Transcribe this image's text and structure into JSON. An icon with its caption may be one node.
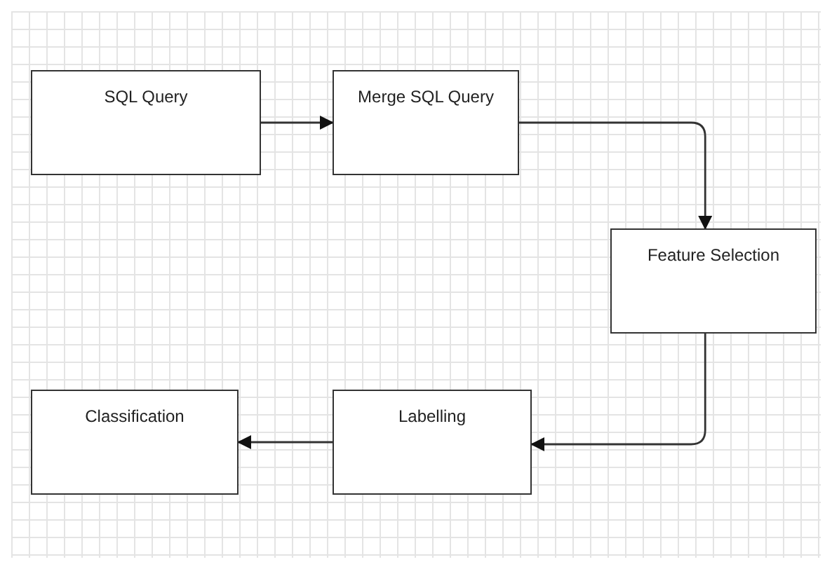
{
  "diagram": {
    "nodes": [
      {
        "text": [
          "SQL Query"
        ]
      },
      {
        "text": [
          "Merge SQL Query"
        ]
      },
      {
        "text": [
          "Feature Selection"
        ]
      },
      {
        "text": [
          "Labelling"
        ]
      },
      {
        "text": [
          "Classification"
        ]
      }
    ],
    "edges": [
      {
        "from": 0,
        "to": 1,
        "arrow": "to"
      },
      {
        "from": 1,
        "to": 2,
        "arrow": "to"
      },
      {
        "from": 2,
        "to": 3,
        "arrow": "to"
      },
      {
        "from": 3,
        "to": 4,
        "arrow": "to"
      }
    ]
  }
}
